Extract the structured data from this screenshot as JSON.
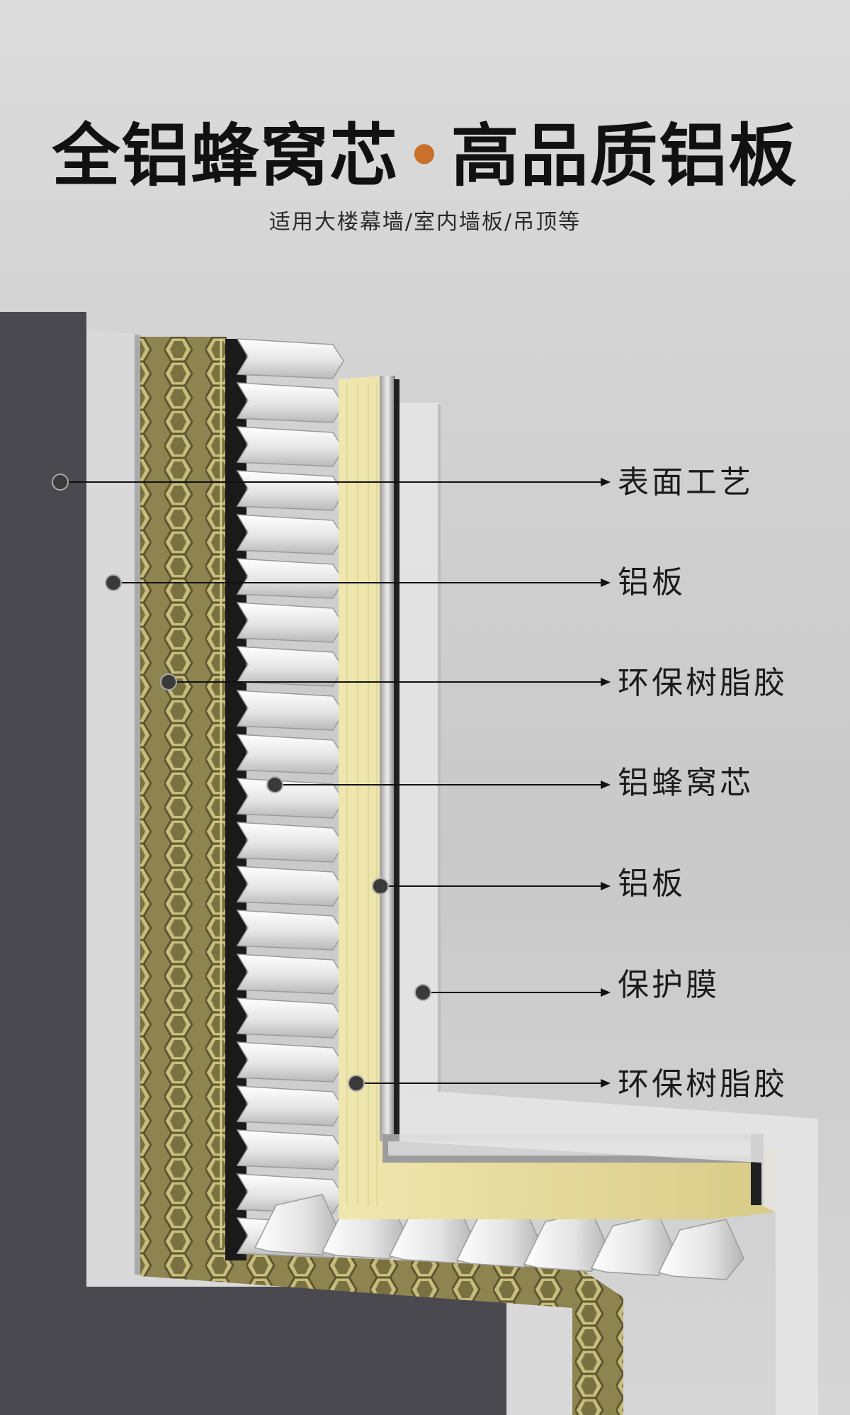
{
  "header": {
    "title_left": "全铝蜂窝芯",
    "title_dot": "•",
    "title_right": "高品质铝板",
    "subtitle": "适用大楼幕墙/室内墙板/吊顶等"
  },
  "layers": [
    {
      "label": "表面工艺"
    },
    {
      "label": "铝板"
    },
    {
      "label": "环保树脂胶"
    },
    {
      "label": "铝蜂窝芯"
    },
    {
      "label": "铝板"
    },
    {
      "label": "保护膜"
    },
    {
      "label": "环保树脂胶"
    }
  ],
  "colors": {
    "background": "#d2d2d2",
    "surface_dark": "#4a4950",
    "honeycomb_yellow": "#b7ac6a",
    "resin_yellow": "#e2d79a",
    "aluminum": "#cfcfcf",
    "accent_dot": "#c9702a"
  }
}
